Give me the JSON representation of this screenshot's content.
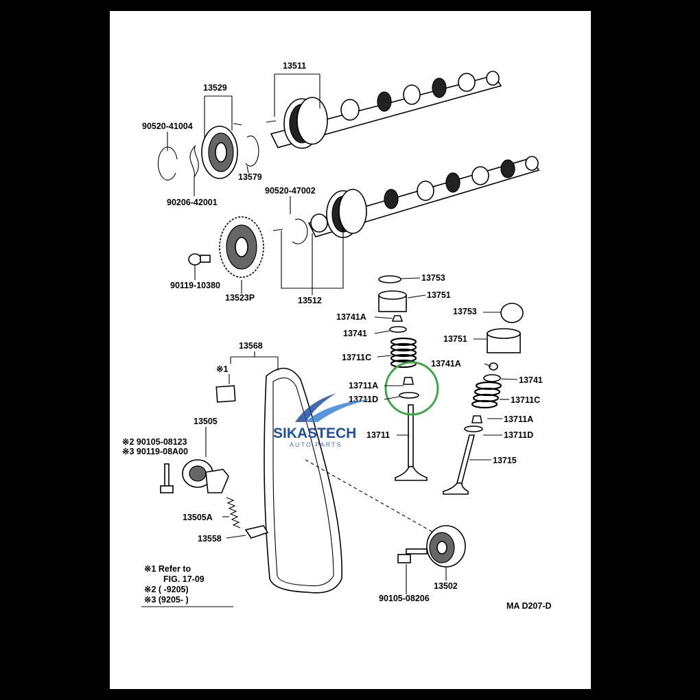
{
  "watermark": {
    "brand": "SIKASTECH",
    "subtitle": "AUTO PARTS"
  },
  "drawing_code": "MA D207-D",
  "labels": {
    "p13511": "13511",
    "p13529": "13529",
    "p90520_41004": "90520-41004",
    "p13579": "13579",
    "p90206_42001": "90206-42001",
    "p90520_47002": "90520-47002",
    "p90119_10380": "90119-10380",
    "p13523P": "13523P",
    "p13512": "13512",
    "p13753a": "13753",
    "p13751a": "13751",
    "p13753b": "13753",
    "p13741Aa": "13741A",
    "p13741a": "13741",
    "p13751b": "13751",
    "p13568": "13568",
    "ref1": "※1",
    "p13711Ca": "13711C",
    "p13741Ab": "13741A",
    "p13711Aa": "13711A",
    "p13741b": "13741",
    "p13711Da": "13711D",
    "p13711Cb": "13711C",
    "p13505": "13505",
    "p13711Ab": "13711A",
    "p13711": "13711",
    "p13711Db": "13711D",
    "p90105_08123": "※2 90105-08123",
    "p90119_08A00": "※3 90119-08A00",
    "p13715": "13715",
    "p13505A": "13505A",
    "p13558": "13558",
    "p90105_08206": "90105-08206",
    "p13502": "13502"
  },
  "notes": {
    "n1a": "※1 Refer to",
    "n1b": "FIG. 17-09",
    "n2": "※2 (         -9205)",
    "n3": "※3 (9205-           )"
  },
  "colors": {
    "highlight": "#3aa845",
    "watermark": "#1f4fa0"
  }
}
